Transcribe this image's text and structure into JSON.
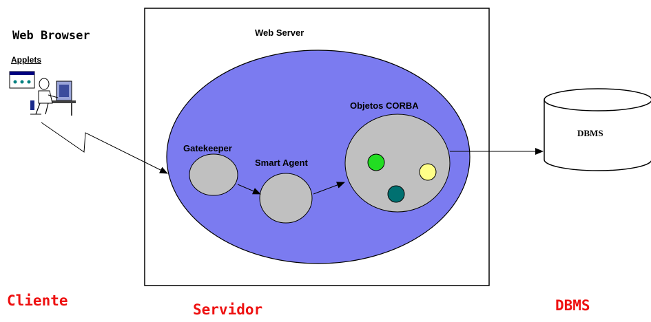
{
  "client": {
    "title": "Web Browser",
    "applets_label": "Applets",
    "footer_label": "Cliente"
  },
  "server": {
    "title": "Web Server",
    "gatekeeper_label": "Gatekeeper",
    "smart_agent_label": "Smart Agent",
    "corba_label": "Objetos CORBA",
    "footer_label": "Servidor"
  },
  "database": {
    "label": "DBMS",
    "footer_label": "DBMS"
  },
  "colors": {
    "server_ellipse": "#7b7bf0",
    "node_gray": "#c0c0c0",
    "object_green": "#22dd22",
    "object_teal": "#007070",
    "object_yellow": "#ffff88",
    "footer_red": "#ee1111"
  },
  "icons": {
    "client": "user-at-computer-icon"
  }
}
